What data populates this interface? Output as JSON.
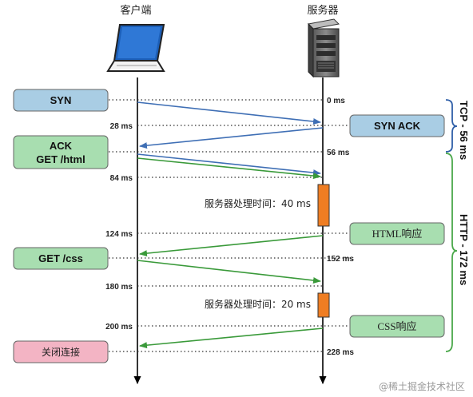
{
  "actors": {
    "client": "客户端",
    "server": "服务器"
  },
  "boxes": {
    "syn": "SYN",
    "syn_ack": "SYN ACK",
    "ack_line1": "ACK",
    "ack_line2": "GET /html",
    "html_response": "HTML响应",
    "get_css": "GET /css",
    "css_response": "CSS响应",
    "close": "关闭连接"
  },
  "timings": {
    "t0": "0 ms",
    "t28": "28 ms",
    "t56": "56 ms",
    "t84": "84 ms",
    "t124": "124 ms",
    "t152": "152 ms",
    "t180": "180 ms",
    "t200": "200 ms",
    "t228": "228 ms"
  },
  "processing": {
    "html": "服务器处理时间：40 ms",
    "css": "服务器处理时间：20 ms"
  },
  "phases": {
    "tcp": "TCP - 56 ms",
    "http": "HTTP - 172 ms"
  },
  "watermark": "@稀土掘金技术社区",
  "colors": {
    "blue_box": "#a9cde4",
    "green_box": "#a8deb0",
    "pink_box": "#f3b4c4",
    "blue_arrow": "#3f6fb5",
    "green_arrow": "#3a9a3a",
    "orange_bar": "#ef7d22",
    "brace_blue": "#2f5fa8",
    "brace_green": "#4aa84a"
  }
}
